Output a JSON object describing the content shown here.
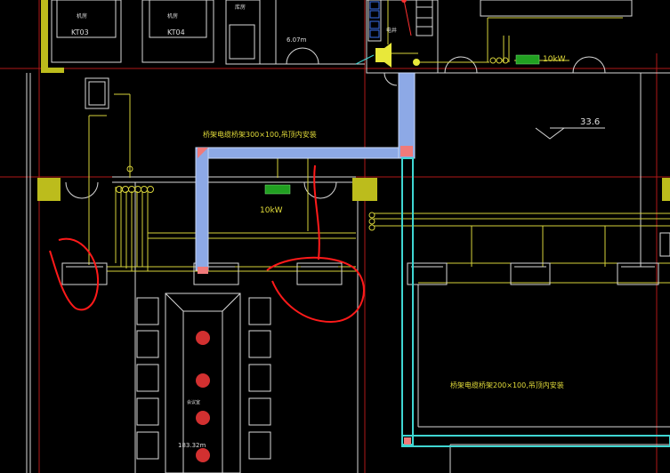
{
  "labels": {
    "room_kt03": "KT03",
    "room_kt04": "KT04",
    "area_top": "6.07m",
    "cable_tray_1": "桥架电缆桥架300×100,吊顶内安装",
    "cable_tray_2": "桥架电缆桥架200×100,吊顶内安装",
    "load_top_right": "10kW",
    "load_center": "10kW",
    "elevation": "33.6",
    "area_bottom": "183.32m",
    "room_small_1": "机房",
    "room_small_2": "机房",
    "room_small_3": "库房",
    "room_small_4": "电井",
    "room_small_5": "会议室"
  },
  "colors": {
    "background": "#000000",
    "wall": "#d8d8d8",
    "grid_line": "#b01818",
    "feeder": "#d6d23a",
    "tray_blue": "#8da9e6",
    "tray_cyan": "#3fd6d2",
    "tray_joint": "#f07a7a",
    "load_box": "#21a021",
    "column": "#bcbc1c",
    "annotation": "#ff1a1a",
    "room_text": "#dedede",
    "fan": "#d23030"
  }
}
